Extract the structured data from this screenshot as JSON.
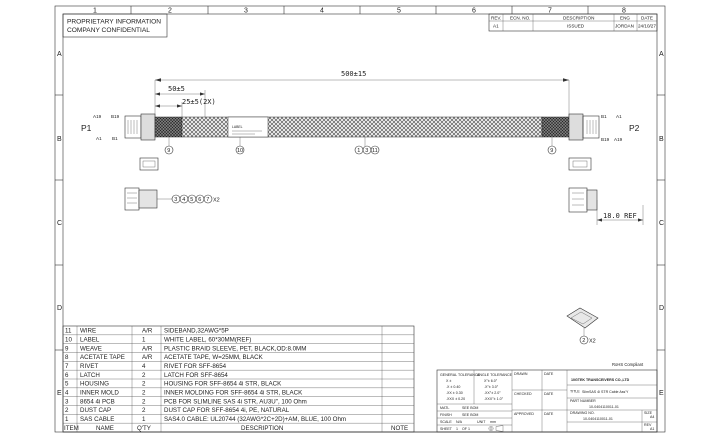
{
  "header_box": {
    "line1": "PROPRIETARY INFORMATION",
    "line2": "COMPANY CONFIDENTIAL"
  },
  "grid": {
    "cols": [
      "1",
      "2",
      "3",
      "4",
      "5",
      "6",
      "7",
      "8"
    ],
    "rows": [
      "A",
      "B",
      "C",
      "D",
      "E"
    ]
  },
  "revision": {
    "headers": [
      "REV.",
      "ECN. NO.",
      "DESCRIPTION",
      "ENG",
      "DATE"
    ],
    "row": [
      "A1",
      "",
      "ISSUED",
      "JORDAN",
      "24/10/27"
    ]
  },
  "drawing": {
    "p1": "P1",
    "p2": "P2",
    "a19": "A19",
    "b19": "B19",
    "a1": "A1",
    "b1": "B1",
    "p2_b1": "B1",
    "p2_a1": "A1",
    "p2_b19": "B19",
    "p2_a19": "A19",
    "dim_total": "500±15",
    "dim_50": "50±5",
    "dim_25": "25±5(2X)",
    "dim_ref": "18.0  REF",
    "label_text": "LABEL",
    "balloon_9": "9",
    "balloon_10": "10",
    "balloon_1": "1",
    "balloon_3": "3",
    "balloon_11": "11",
    "balloon_9b": "9",
    "balloon_a3": "3",
    "balloon_a4": "4",
    "balloon_a5": "5",
    "balloon_a6": "6",
    "balloon_a7": "7",
    "x2_a": "X2",
    "balloon_2": "2",
    "x2_b": "X2",
    "rohs": "RoHS  Compliant"
  },
  "bom": {
    "header": [
      "ITEM",
      "NAME",
      "Q'TY",
      "DESCRIPTION",
      "NOTE"
    ],
    "rows": [
      [
        "11",
        "WIRE",
        "A/R",
        "SIDEBAND,32AWG*5P",
        ""
      ],
      [
        "10",
        "LABEL",
        "1",
        "WHITE LABEL, 60*30MM(REF)",
        ""
      ],
      [
        "9",
        "WEAVE",
        "A/R",
        "PLASTIC BRAID SLEEVE, PET, BLACK,OD:8.0MM",
        ""
      ],
      [
        "8",
        "ACETATE TAPE",
        "A/R",
        "ACETATE TAPE, W=25MM, BLACK",
        ""
      ],
      [
        "7",
        "RIVET",
        "4",
        "RIVET FOR SFF-8654",
        ""
      ],
      [
        "6",
        "LATCH",
        "2",
        "LATCH FOR SFF-8654",
        ""
      ],
      [
        "5",
        "HOUSING",
        "2",
        "HOUSING FOR SFF-8654 4i STR, BLACK",
        ""
      ],
      [
        "4",
        "INNER MOLD",
        "2",
        "INNER MOLDING FOR SFF-8654 4i STR, BLACK",
        ""
      ],
      [
        "3",
        "8654 4i PCB",
        "2",
        "PCB FOR SLIMLINE SAS 4i STR, AU3U\", 100 Ohm",
        ""
      ],
      [
        "2",
        "DUST CAP",
        "2",
        "DUST CAP FOR SFF-8654 4i, PE, NATURAL",
        ""
      ],
      [
        "1",
        "SAS CABLE",
        "1",
        "SAS4.0 CABLE: UL20744 (32AWG*2C+2D)+AM, BLUE, 100 Ohm",
        ""
      ]
    ]
  },
  "title_block": {
    "tol_head1": "GENERAL TOLERANCE",
    "tol_head2": "ANGLE TOLERANCE",
    "tol_rows": [
      [
        "X ±",
        "X°± 6.0°"
      ],
      [
        ".X ± 0.40",
        ".X°± 3.0°"
      ],
      [
        ".XX ± 0.30",
        ".XX°± 2.0°"
      ],
      [
        ".XXX ± 0.20",
        ".XXX°± 1.0°"
      ]
    ],
    "mat": "MATL",
    "mat_val": "SEE BOM",
    "finish": "FINISH",
    "finish_val": "SEE BOM",
    "scale": "SCALE",
    "scale_val": "N/A",
    "unit": "UNIT",
    "unit_val": "mm",
    "sheet": "SHEET",
    "sheet_val": "1",
    "of": "OF",
    "of_val": "1",
    "drawn": "DRAWN",
    "checked": "CHECKED",
    "approved": "APPROVED",
    "date1": "DATE",
    "date2": "DATE",
    "date3": "DATE",
    "company": "10GTEK TRANSCEIVERS CO.,LTD",
    "title_lbl": "TITLE",
    "title_val": "SlimSAS 4i STR Cable Ass'Y",
    "part_lbl": "PART NUMBER",
    "part_val": "10-0404110011-01",
    "dwg_lbl": "DRAWING NO.",
    "dwg_val": "10-0404110011-01",
    "size_lbl": "SIZE",
    "size_val": "A4",
    "rev_lbl": "REV",
    "rev_val": "A1"
  }
}
